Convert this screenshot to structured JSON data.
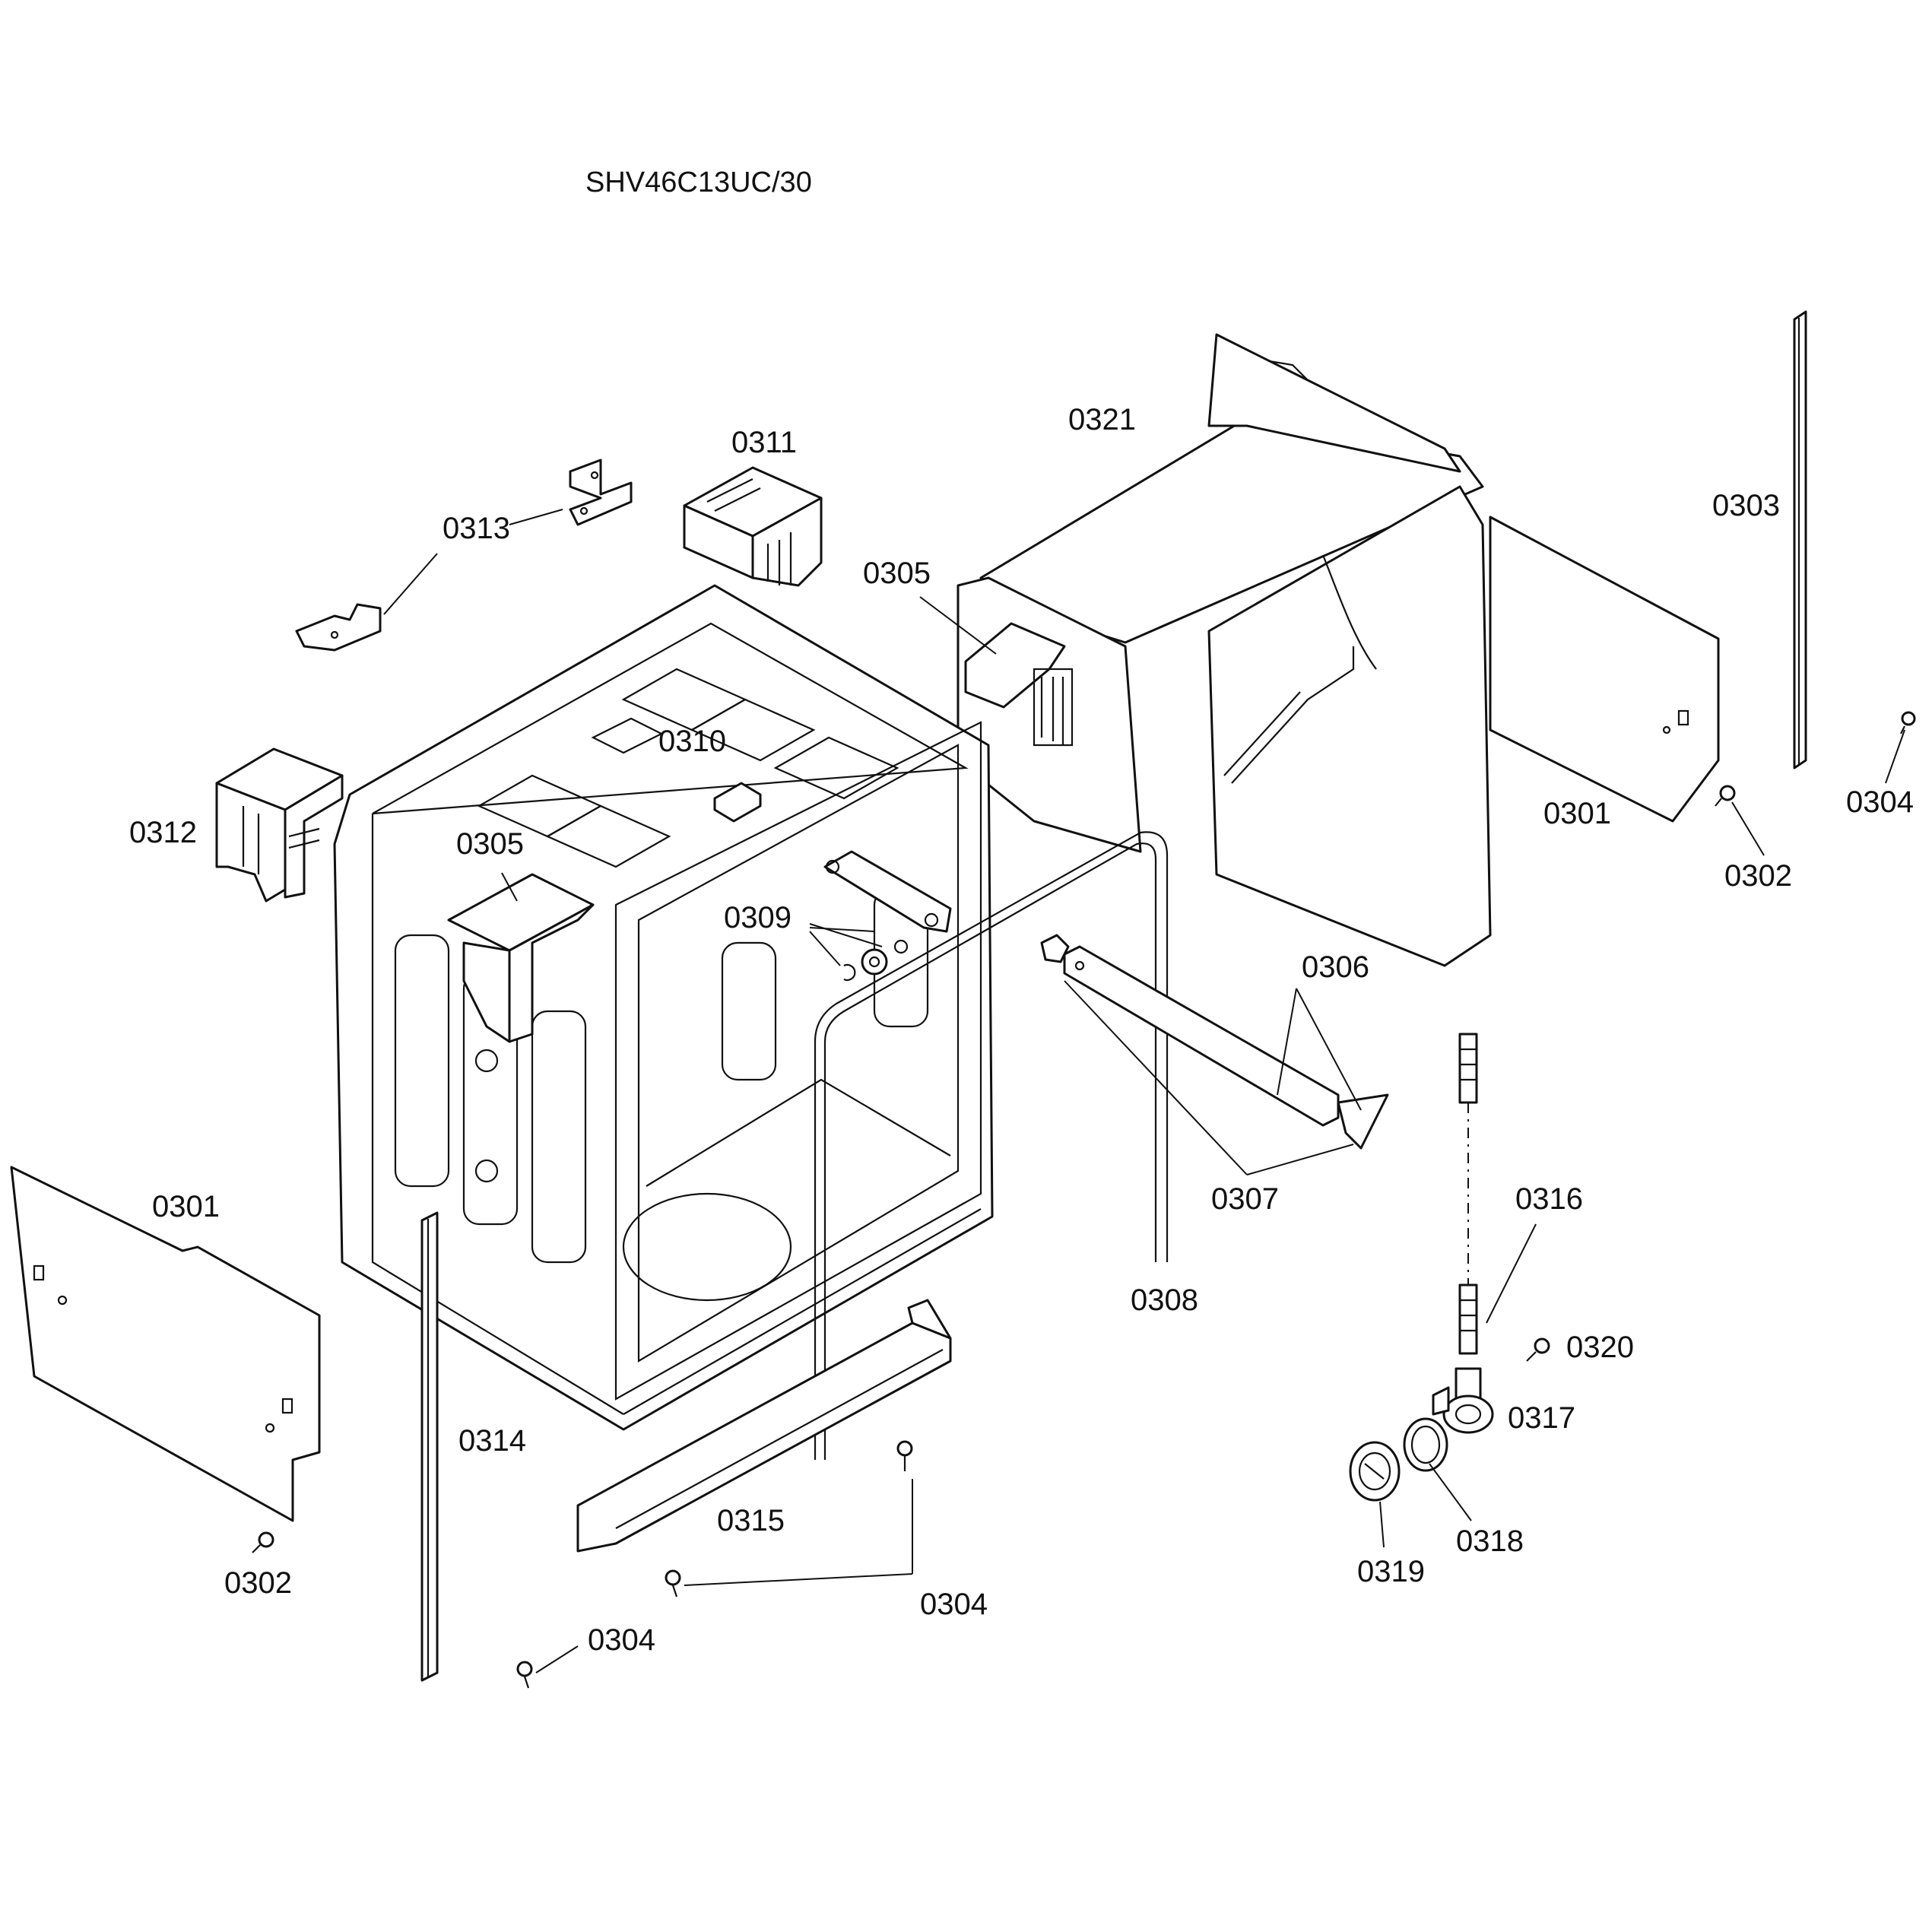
{
  "title": "SHV46C13UC/30",
  "callouts": {
    "c0321": "0321",
    "c0311": "0311",
    "c0313": "0313",
    "c0305a": "0305",
    "c0303": "0303",
    "c0310": "0310",
    "c0312": "0312",
    "c0305b": "0305",
    "c0301r": "0301",
    "c0304r": "0304",
    "c0302r": "0302",
    "c0309": "0309",
    "c0306": "0306",
    "c0301l": "0301",
    "c0307": "0307",
    "c0316": "0316",
    "c0308": "0308",
    "c0320": "0320",
    "c0314": "0314",
    "c0317": "0317",
    "c0315": "0315",
    "c0318": "0318",
    "c0302l": "0302",
    "c0319": "0319",
    "c0304a": "0304",
    "c0304b": "0304"
  }
}
